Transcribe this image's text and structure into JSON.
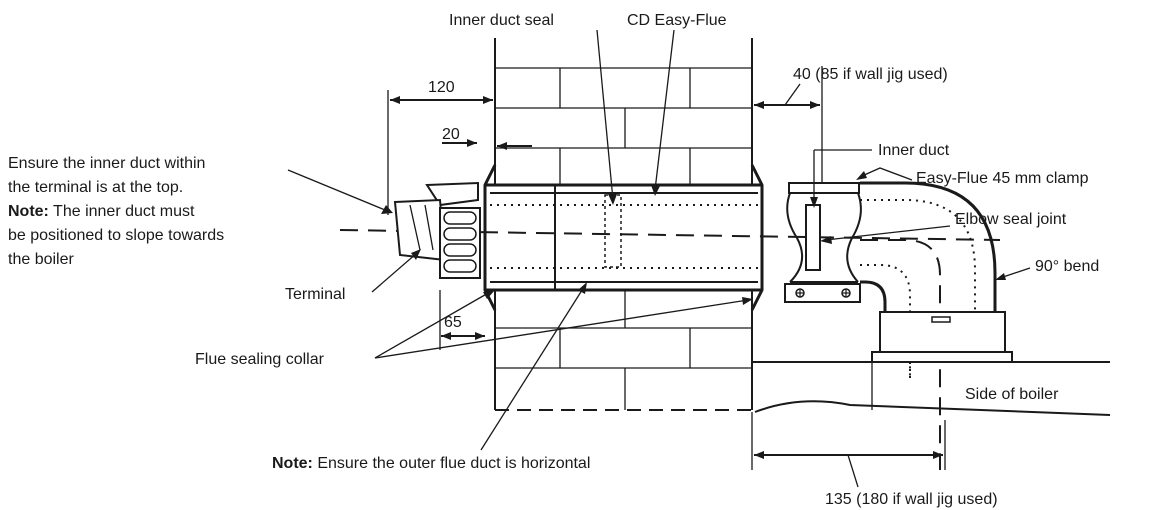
{
  "labels": {
    "inner_duct_seal": "Inner duct seal",
    "cd_easy_flue": "CD Easy-Flue",
    "dim_40": "40 (85 if wall jig used)",
    "dim_120": "120",
    "dim_20": "20",
    "ensure_line1": "Ensure the inner duct within",
    "ensure_line2": "the terminal is at the top.",
    "note_bold": "Note:",
    "note_line3_rest": " The inner duct must",
    "note_line4": "be positioned to slope towards",
    "note_line5": "the boiler",
    "inner_duct": "Inner duct",
    "clamp": "Easy-Flue 45 mm clamp",
    "elbow_seal": "Elbow seal joint",
    "bend": "90° bend",
    "terminal": "Terminal",
    "dim_65": "65",
    "collar": "Flue sealing collar",
    "side_boiler": "Side of boiler",
    "note2_bold": "Note:",
    "note2_rest": " Ensure the outer flue duct is horizontal",
    "dim_135": "135 (180 if wall jig used)"
  }
}
